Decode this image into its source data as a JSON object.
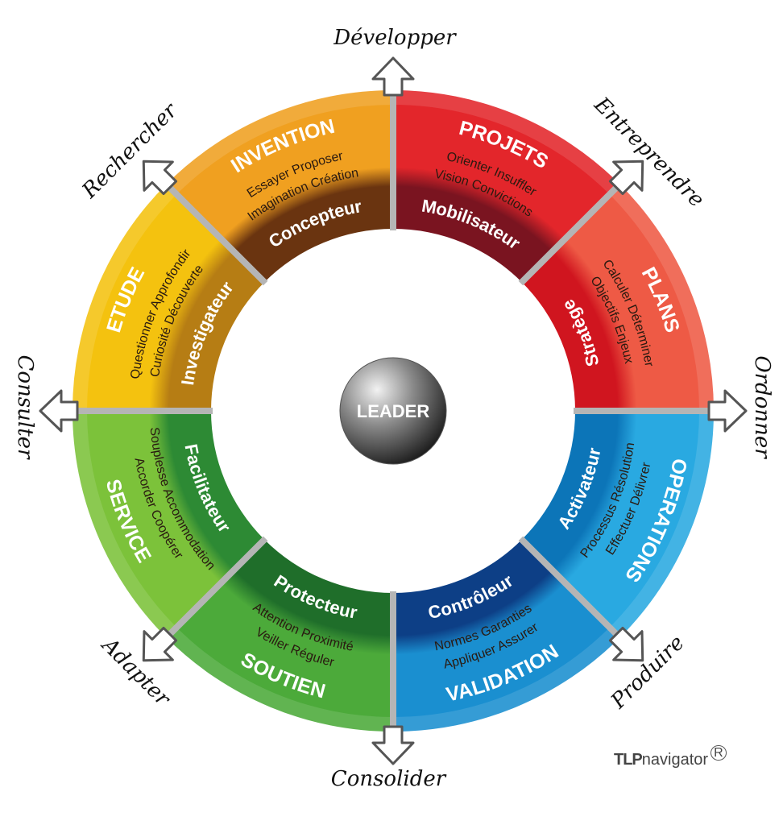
{
  "center": {
    "label": "LEADER"
  },
  "segments": [
    {
      "title": "PROJETS",
      "line1": "Orienter Insuffler",
      "line2": "Vision Convictions",
      "role": "Mobilisateur",
      "color": "#e3262b",
      "dark": "#7a1420"
    },
    {
      "title": "PLANS",
      "line1": "Calculer Déterminer",
      "line2": "Objectifs Enjeux",
      "role": "Stratège",
      "color": "#ee5a45",
      "dark": "#d0151f"
    },
    {
      "title": "OPERATIONS",
      "line1": "Processus Résolution",
      "line2": "Effectuer Délivrer",
      "role": "Activateur",
      "color": "#29a9e1",
      "dark": "#0c75b8"
    },
    {
      "title": "VALIDATION",
      "line1": "Normes Garanties",
      "line2": "Appliquer Assurer",
      "role": "Contrôleur",
      "color": "#1a8fd0",
      "dark": "#0d3f86"
    },
    {
      "title": "SOUTIEN",
      "line1": "Attention Proximité",
      "line2": "Veiller Réguler",
      "role": "Protecteur",
      "color": "#4caa3a",
      "dark": "#1f6e2a"
    },
    {
      "title": "SERVICE",
      "line1": "Souplesse Accommodation",
      "line2": "Accorder Coopérer",
      "role": "Facilitateur",
      "color": "#7cc23a",
      "dark": "#2d8a34"
    },
    {
      "title": "ETUDE",
      "line1": "Questionner Approfondir",
      "line2": "Curiosité Découverte",
      "role": "Investigateur",
      "color": "#f4c20f",
      "dark": "#b67d14"
    },
    {
      "title": "INVENTION",
      "line1": "Essayer Proposer",
      "line2": "Imagination Création",
      "role": "Concepteur",
      "color": "#f0a020",
      "dark": "#6a3410"
    }
  ],
  "verbs": [
    "Développer",
    "Entreprendre",
    "Ordonner",
    "Produire",
    "Consolider",
    "Adapter",
    "Consulter",
    "Rechercher"
  ],
  "logo": {
    "bold": "TLP",
    "rest": "navigator",
    "mark": "R"
  }
}
